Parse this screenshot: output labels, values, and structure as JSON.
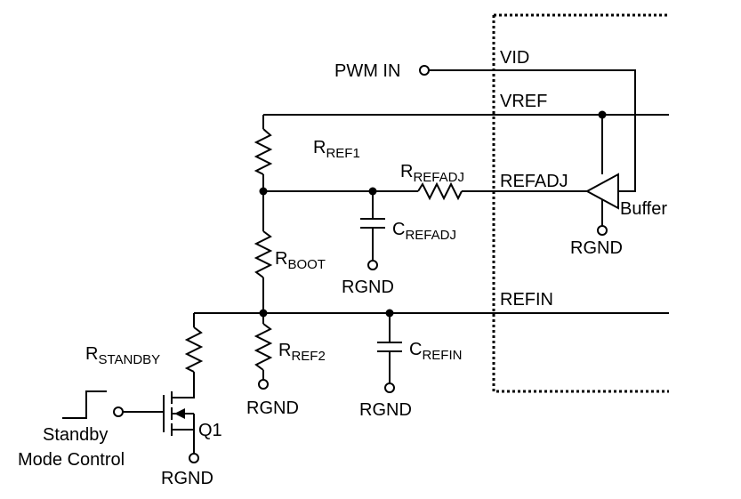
{
  "labels": {
    "pwm_in": "PWM IN",
    "vid": "VID",
    "vref": "VREF",
    "refadj": "REFADJ",
    "refin": "REFIN",
    "buffer": "Buffer",
    "q1": "Q1",
    "rgnd": "RGND",
    "standby_line1": "Standby",
    "standby_line2": "Mode Control",
    "r_ref1": {
      "main": "R",
      "sub": "REF1"
    },
    "r_refadj": {
      "main": "R",
      "sub": "REFADJ"
    },
    "c_refadj": {
      "main": "C",
      "sub": "REFADJ"
    },
    "r_boot": {
      "main": "R",
      "sub": "BOOT"
    },
    "r_standby": {
      "main": "R",
      "sub": "STANDBY"
    },
    "r_ref2": {
      "main": "R",
      "sub": "REF2"
    },
    "c_refin": {
      "main": "C",
      "sub": "REFIN"
    }
  }
}
